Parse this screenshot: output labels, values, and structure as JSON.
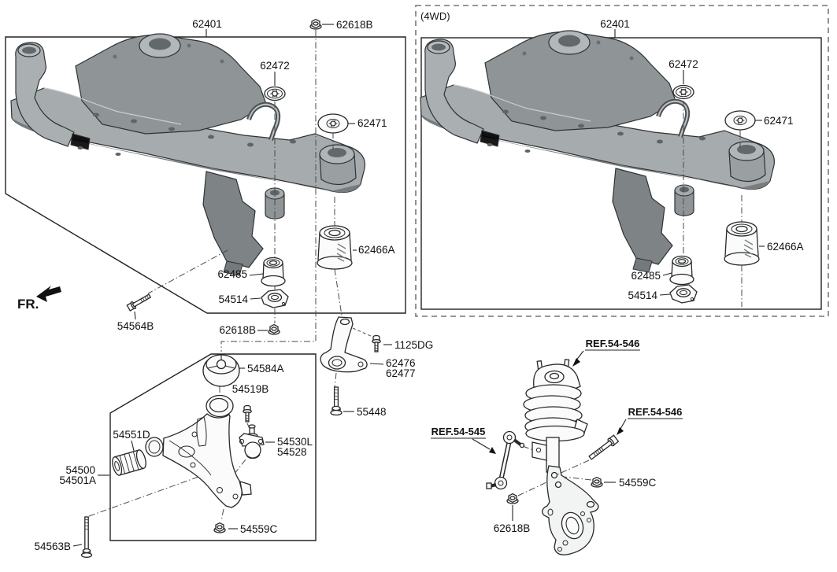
{
  "palette": {
    "line": "#26282a",
    "metal_light": "#b2b7b9",
    "metal_mid": "#9aa0a2",
    "metal_dark": "#7e8386",
    "background": "#ffffff"
  },
  "fr_indicator": {
    "label": "FR."
  },
  "main_panel": {
    "crossmember_label": "62401",
    "top_nut": "62618B",
    "washer_upper": "62472",
    "washer_lower": "62471",
    "rear_bushing": "62466A",
    "front_bushing": "62485",
    "bushing_stopper": "54514",
    "lower_nut": "62618B",
    "front_bolt": "54564B"
  },
  "roll_rod": {
    "bracket_upper": "62476",
    "bracket_lower": "62477",
    "bolt_small": "1125DG",
    "bolt_long": "55448"
  },
  "lower_arm_panel": {
    "rear_bushing": "54584A",
    "balljoint_bolt": "54519B",
    "front_bushing": "54551D",
    "balljoint": "54530L",
    "balljoint_alt": "54528",
    "arm": "54500",
    "arm_alt": "54501A",
    "nut": "54559C",
    "front_bolt": "54563B"
  },
  "awd_panel": {
    "variant_label": "(4WD)",
    "crossmember_label": "62401",
    "washer_upper": "62472",
    "washer_lower": "62471",
    "rear_bushing": "62466A",
    "front_bushing": "62485",
    "bushing_stopper": "54514"
  },
  "strut_cluster": {
    "ref_strut": "REF.54-546",
    "ref_bolt": "REF.54-546",
    "ref_stabilizer": "REF.54-545",
    "knuckle_nut": "54559C",
    "link_nut": "62618B"
  }
}
